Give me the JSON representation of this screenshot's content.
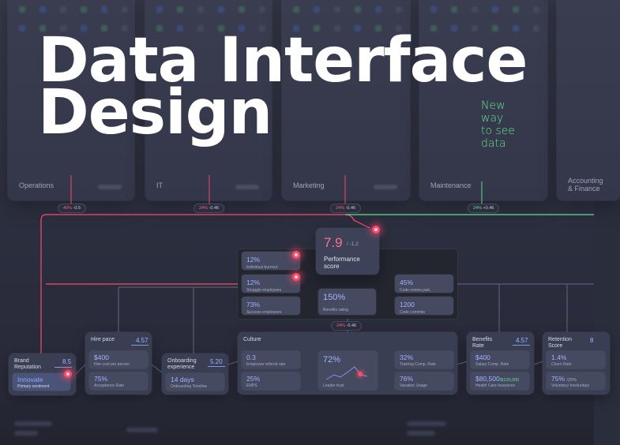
{
  "headline": {
    "line1": "Data Interface",
    "line2": "Design"
  },
  "tagline": {
    "l1": "New",
    "l2": "way",
    "l3": "to see",
    "l4": "data"
  },
  "departments": [
    {
      "label": "Operations"
    },
    {
      "label": "IT"
    },
    {
      "label": "Marketing"
    },
    {
      "label": "Maintenance"
    },
    {
      "label": "Accounting",
      "label2": "& Finance"
    }
  ],
  "connectors": [
    {
      "pct": "40%",
      "delta": "-0.5"
    },
    {
      "pct": "24%",
      "delta": "-0.46"
    },
    {
      "pct": "24%",
      "delta": "-0.46"
    },
    {
      "pct": "24%",
      "delta": "+0.46"
    },
    {
      "pct": "24%",
      "delta": "-0.46"
    }
  ],
  "performance": {
    "value": "7.9",
    "delta": "/ -1,2",
    "label1": "Performance",
    "label2": "score"
  },
  "hub_metrics": [
    {
      "value": "12%",
      "label": "Individual burnout"
    },
    {
      "value": "12%",
      "label": "Struggle employees"
    },
    {
      "value": "73%",
      "label": "Success employees"
    },
    {
      "value": "150%",
      "label": "Benefits rating"
    },
    {
      "value": "45%",
      "label": "Code review part."
    },
    {
      "value": "1200",
      "label": "Code commits"
    }
  ],
  "cards": {
    "brand": {
      "title1": "Brand",
      "title2": "Reputation",
      "num": "8.5",
      "value": "Innovate",
      "label": "Primary sentiment"
    },
    "hire": {
      "title": "Hire pace",
      "num": "4.57",
      "m1v": "$400",
      "m1l": "Hire cost per person",
      "m2v": "75%",
      "m2l": "Acceptance Rate"
    },
    "onboarding": {
      "title1": "Onboarding",
      "title2": "experience",
      "num": "5.20",
      "value": "14 days",
      "label": "Onboarding Timeline"
    },
    "culture": {
      "title": "Culture",
      "m1v": "0.3",
      "m1l": "Employee referral rate",
      "m2v": "25%",
      "m2l": "ENPS",
      "m3v": "72%",
      "m3l": "Leader trust",
      "m4v": "32%",
      "m4l": "Training Comp. Rate",
      "m5v": "76%",
      "m5l": "Vacation Usage"
    },
    "benefits": {
      "title1": "Benefits",
      "title2": "Rate",
      "num": "4.57",
      "m1v": "$400",
      "m1l": "Salary Comp. Rate",
      "m2v": "$80,500",
      "m2v2": "/$120,300",
      "m2l": "Health Care Insurance"
    },
    "retention": {
      "title1": "Retention",
      "title2": "Score",
      "num": "8",
      "m1v": "1.4%",
      "m1l": "Churn Rate",
      "m2v": "75%",
      "m2v2": "/25%",
      "m2l": "Voluntary/ Involuntary"
    }
  },
  "colors": {
    "accent": "#ff4a6a",
    "green": "#5fe38a",
    "value": "#9fb4ff",
    "background": "#2c2f3f"
  }
}
